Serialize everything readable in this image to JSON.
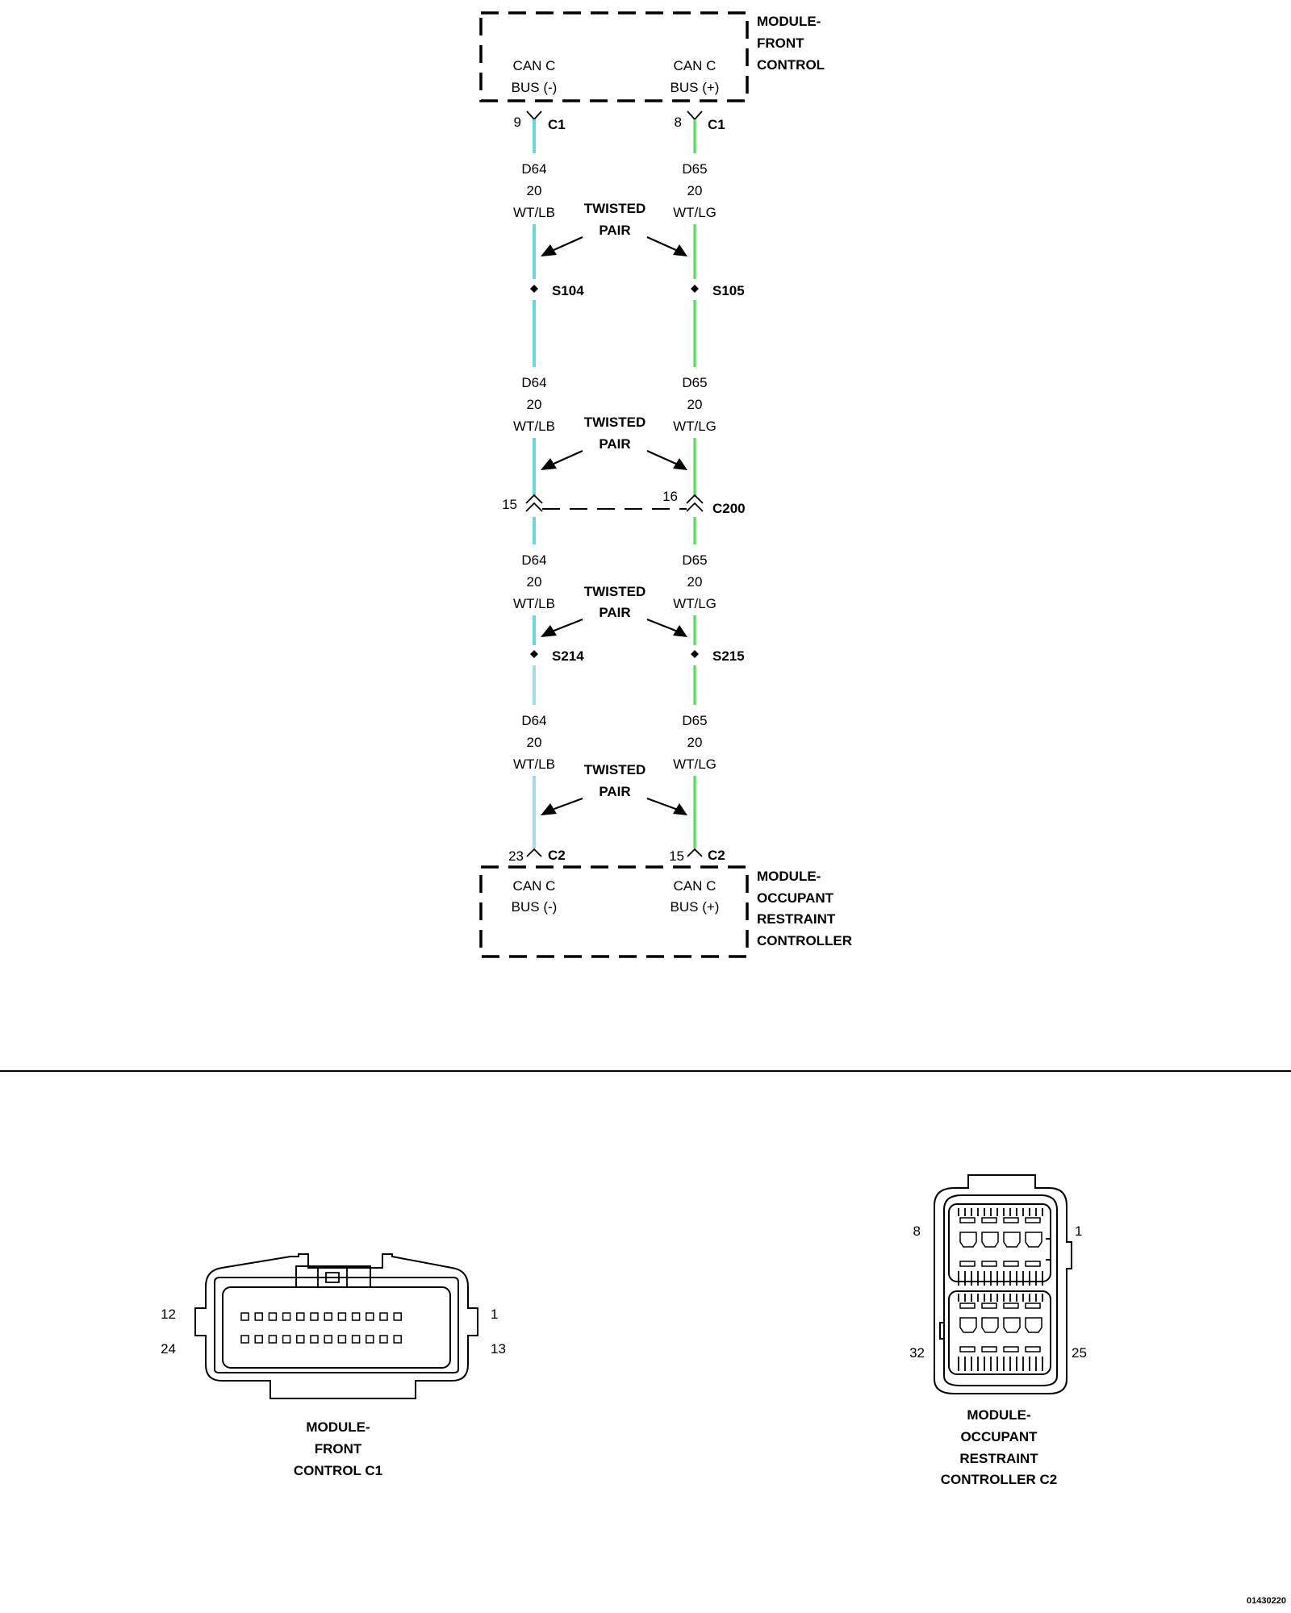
{
  "modules": {
    "front_control": {
      "name_lines": [
        "MODULE-",
        "FRONT",
        "CONTROL"
      ],
      "pin_neg": {
        "lines": [
          "CAN C",
          "BUS (-)"
        ]
      },
      "pin_pos": {
        "lines": [
          "CAN C",
          "BUS (+)"
        ]
      }
    },
    "occupant_restraint": {
      "name_lines": [
        "MODULE-",
        "OCCUPANT",
        "RESTRAINT",
        "CONTROLLER"
      ],
      "pin_neg": {
        "lines": [
          "CAN C",
          "BUS (-)"
        ]
      },
      "pin_pos": {
        "lines": [
          "CAN C",
          "BUS (+)"
        ]
      }
    }
  },
  "connectors": {
    "top_neg": {
      "pin": "9",
      "name": "C1"
    },
    "top_pos": {
      "pin": "8",
      "name": "C1"
    },
    "inline_neg": {
      "pin": "15"
    },
    "inline_pos": {
      "pin": "16"
    },
    "inline_name": "C200",
    "bottom_neg": {
      "pin": "23",
      "name": "C2"
    },
    "bottom_pos": {
      "pin": "15",
      "name": "C2"
    }
  },
  "wires": {
    "neg": {
      "circuit": "D64",
      "gauge": "20",
      "color": "WT/LB"
    },
    "pos": {
      "circuit": "D65",
      "gauge": "20",
      "color": "WT/LG"
    },
    "twisted_label": [
      "TWISTED",
      "PAIR"
    ]
  },
  "splices": {
    "s1_neg": "S104",
    "s1_pos": "S105",
    "s2_neg": "S214",
    "s2_pos": "S215"
  },
  "connector_views": {
    "front_control_c1": {
      "caption_lines": [
        "MODULE-",
        "FRONT",
        "CONTROL C1"
      ],
      "pin_labels": {
        "top_left": "12",
        "bottom_left": "24",
        "top_right": "1",
        "bottom_right": "13"
      }
    },
    "occupant_restraint_c2": {
      "caption_lines": [
        "MODULE-",
        "OCCUPANT",
        "RESTRAINT",
        "CONTROLLER C2"
      ],
      "pin_labels": {
        "top_left": "8",
        "top_right": "1",
        "bottom_left": "32",
        "bottom_right": "25"
      }
    }
  },
  "figure_number": "01430220",
  "colors": {
    "wire_blue": "#6fd6e0",
    "wire_green": "#5fe05f",
    "ink": "#000000"
  }
}
